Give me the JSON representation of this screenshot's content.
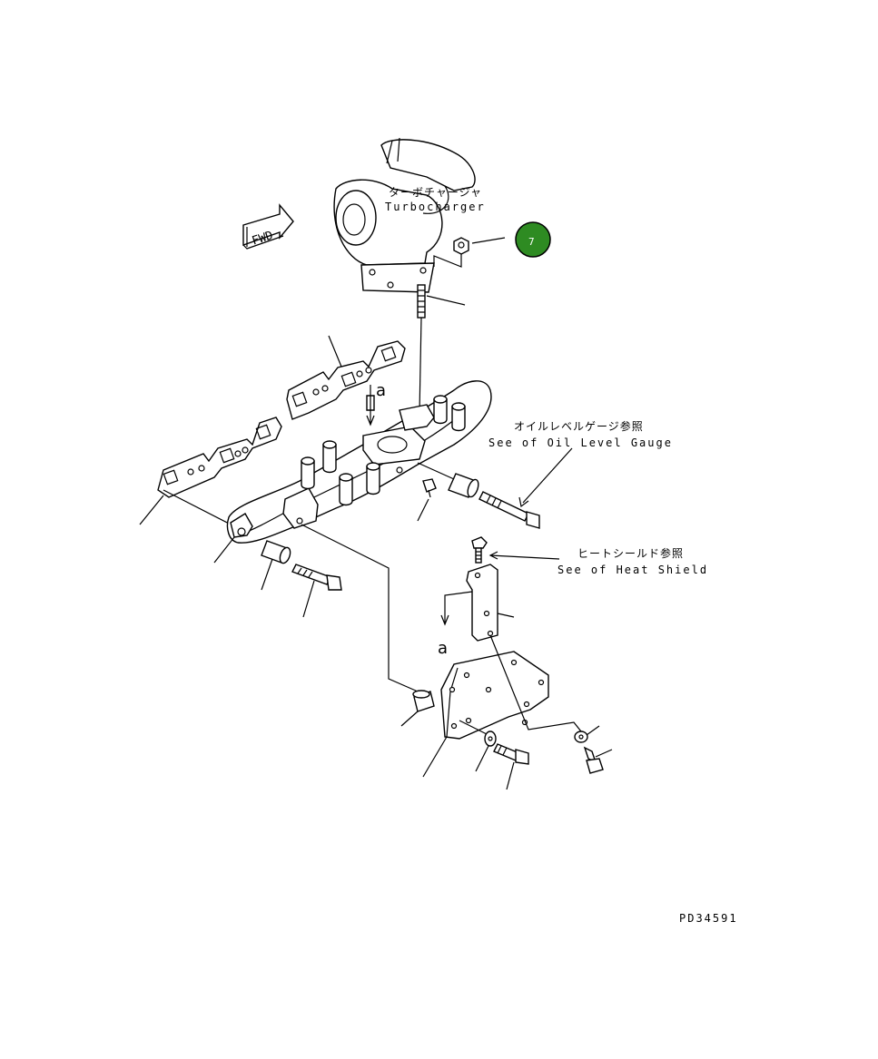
{
  "labels": {
    "turbo_jp": "ターボチャージャ",
    "turbo_en": "Turbocharger",
    "oil_jp": "オイルレベルゲージ参照",
    "oil_en": "See of Oil Level Gauge",
    "heat_jp": "ヒートシールド参照",
    "heat_en": "See of Heat Shield",
    "fwd": "FWD",
    "ref_a_top": "a",
    "ref_a_bottom": "a",
    "drawing_no": "PD34591"
  },
  "callout": {
    "number": "7",
    "color": "#2e8b22",
    "border": "#000000"
  }
}
